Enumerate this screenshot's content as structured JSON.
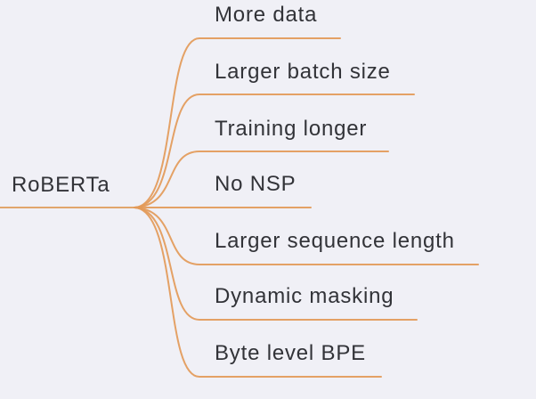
{
  "root": {
    "label": "RoBERTa"
  },
  "branches": [
    {
      "label": "More data"
    },
    {
      "label": "Larger batch size"
    },
    {
      "label": "Training longer"
    },
    {
      "label": "No NSP"
    },
    {
      "label": "Larger sequence length"
    },
    {
      "label": "Dynamic masking"
    },
    {
      "label": "Byte level BPE"
    }
  ],
  "colors": {
    "background": "#f0f0f6",
    "branch_line": "#e39a58",
    "text": "#323338"
  }
}
